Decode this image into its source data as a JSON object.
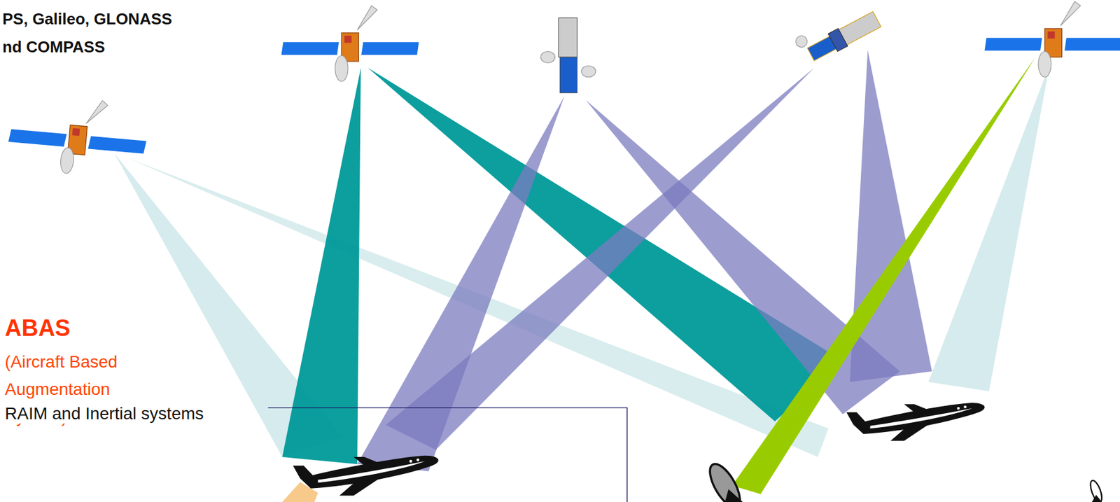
{
  "diagram": {
    "labels": [
      "PS, Galileo, GLONASS",
      "nd COMPASS",
      "ABAS",
      "(Aircraft Based Augmentation System)",
      "RAIM and Inertial systems"
    ]
  }
}
